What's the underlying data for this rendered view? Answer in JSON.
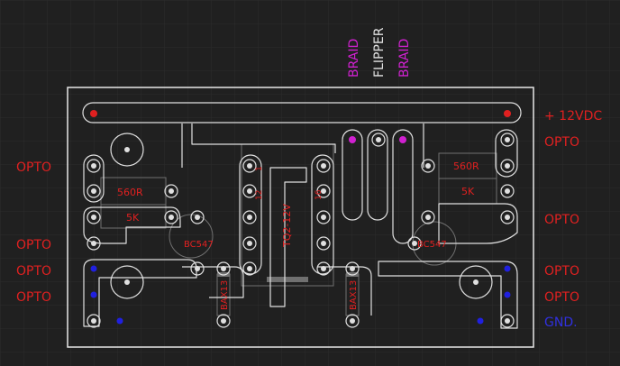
{
  "colors": {
    "background": "#202020",
    "grid": "#2c2c2c",
    "outline": "#e8e8e8",
    "trace": "#e0e0e0",
    "silk": "#707070",
    "label_red": "#e02020",
    "label_magenta": "#d020d0",
    "label_white": "#e0e0e0",
    "label_blue": "#3030e0",
    "pad_red": "#e02020",
    "pad_magenta": "#d020d0",
    "pad_blue": "#2020e0"
  },
  "labels": {
    "braid_left": "BRAID",
    "flipper": "FLIPPER",
    "braid_right": "BRAID",
    "plus_12vdc": "+ 12VDC",
    "opto": "OPTO",
    "gnd": "GND."
  },
  "components": {
    "r_left_560": "560R",
    "r_left_5k": "5K",
    "r_right_560": "560R",
    "r_right_5k": "5K",
    "q_left": "BC547",
    "q_right": "BC547",
    "d_left": "BAX13",
    "d_right": "BAX13",
    "ic": "TQ2-12V"
  },
  "ic_pins": [
    "1",
    "12",
    "16"
  ]
}
